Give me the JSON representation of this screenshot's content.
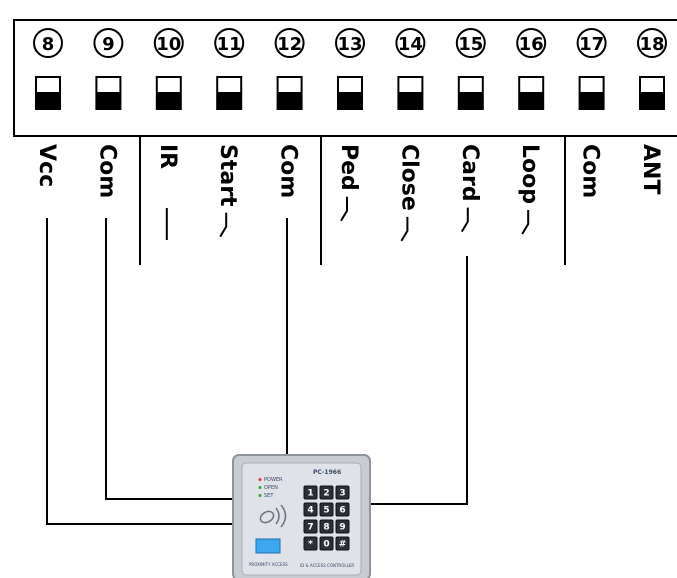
{
  "terminals": [
    {
      "number": "8",
      "label": "Vcc",
      "switch_symbol": false
    },
    {
      "number": "9",
      "label": "Com",
      "switch_symbol": false
    },
    {
      "number": "10",
      "label": "IR",
      "switch_symbol": true
    },
    {
      "number": "11",
      "label": "Start",
      "switch_symbol": true
    },
    {
      "number": "12",
      "label": "Com",
      "switch_symbol": false
    },
    {
      "number": "13",
      "label": "Ped",
      "switch_symbol": true
    },
    {
      "number": "14",
      "label": "Close",
      "switch_symbol": true
    },
    {
      "number": "15",
      "label": "Card",
      "switch_symbol": true
    },
    {
      "number": "16",
      "label": "Loop",
      "switch_symbol": true
    },
    {
      "number": "17",
      "label": "Com",
      "switch_symbol": false
    },
    {
      "number": "18",
      "label": "ANT",
      "switch_symbol": false
    }
  ],
  "keypad": {
    "model": "PC-1966",
    "indicators": [
      "POWER",
      "OPEN",
      "SET"
    ],
    "keys": [
      "1",
      "2",
      "3",
      "4",
      "5",
      "6",
      "7",
      "8",
      "9",
      "*",
      "0",
      "#"
    ],
    "footer_left": "PROXIMITY ACCESS",
    "footer_right": "ID & ACCESS CONTROLLER"
  },
  "colors": {
    "line": "#000000",
    "keypad_body": "#c9ccd2",
    "keypad_face": "#dfe2e8",
    "key": "#2b2f3a",
    "display": "#3da8f0"
  }
}
